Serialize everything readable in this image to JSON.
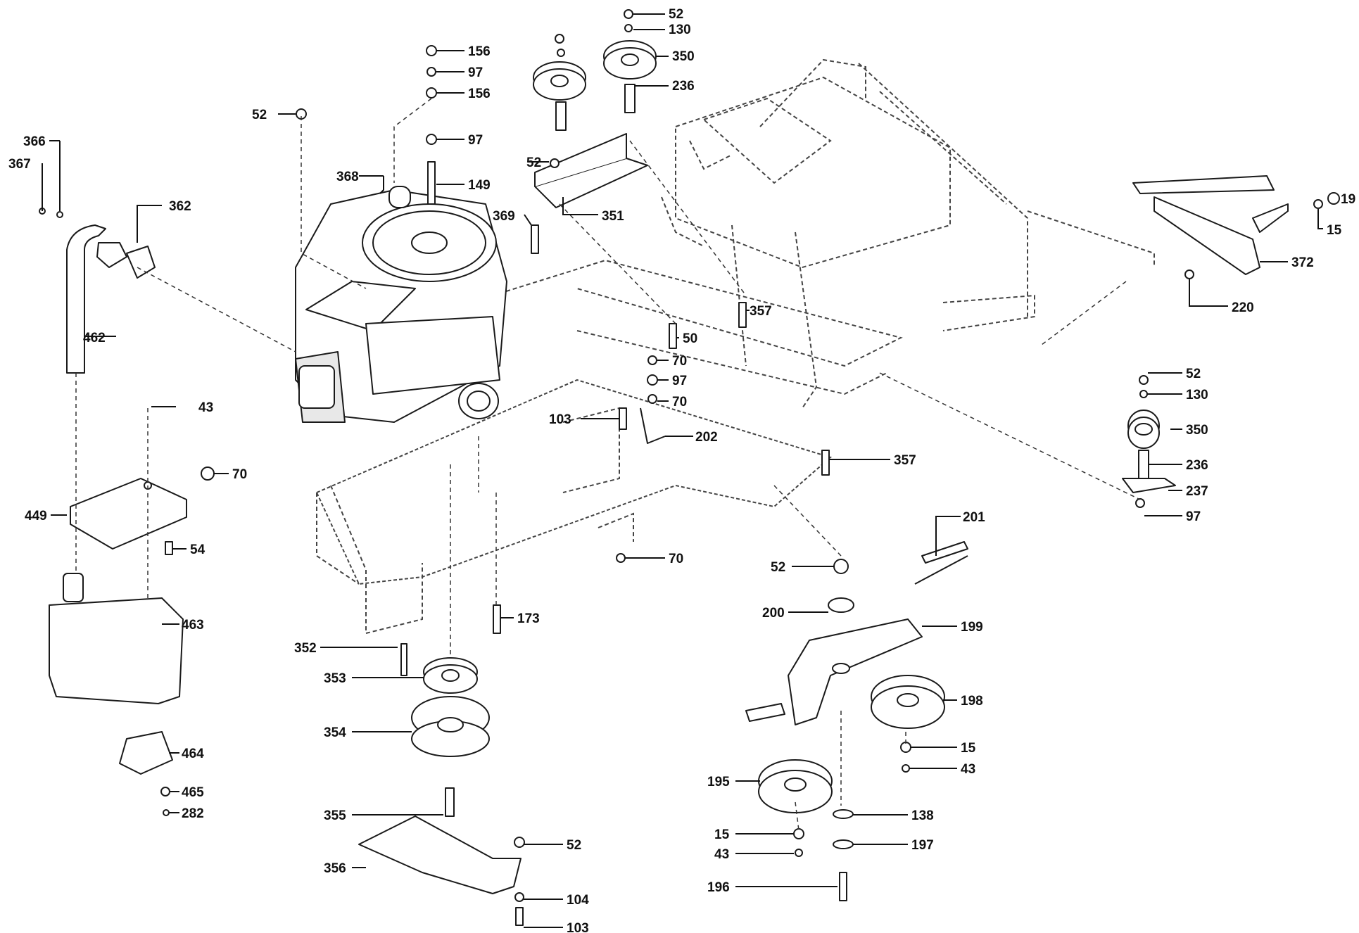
{
  "callouts": [
    {
      "id": "c52a",
      "text": "52"
    },
    {
      "id": "c130a",
      "text": "130"
    },
    {
      "id": "c350a",
      "text": "350"
    },
    {
      "id": "c236a",
      "text": "236"
    },
    {
      "id": "c156a",
      "text": "156"
    },
    {
      "id": "c97a",
      "text": "97"
    },
    {
      "id": "c156b",
      "text": "156"
    },
    {
      "id": "c97b",
      "text": "97"
    },
    {
      "id": "c149",
      "text": "149"
    },
    {
      "id": "c52b",
      "text": "52"
    },
    {
      "id": "c368",
      "text": "368"
    },
    {
      "id": "c366",
      "text": "366"
    },
    {
      "id": "c367",
      "text": "367"
    },
    {
      "id": "c362",
      "text": "362"
    },
    {
      "id": "c462",
      "text": "462"
    },
    {
      "id": "c52c",
      "text": "52"
    },
    {
      "id": "c351",
      "text": "351"
    },
    {
      "id": "c369",
      "text": "369"
    },
    {
      "id": "c357a",
      "text": "357"
    },
    {
      "id": "c50",
      "text": "50"
    },
    {
      "id": "c70a",
      "text": "70"
    },
    {
      "id": "c97c",
      "text": "97"
    },
    {
      "id": "c70b",
      "text": "70"
    },
    {
      "id": "c103a",
      "text": "103"
    },
    {
      "id": "c202",
      "text": "202"
    },
    {
      "id": "c357b",
      "text": "357"
    },
    {
      "id": "c19",
      "text": "19"
    },
    {
      "id": "c15a",
      "text": "15"
    },
    {
      "id": "c372",
      "text": "372"
    },
    {
      "id": "c220",
      "text": "220"
    },
    {
      "id": "c52d",
      "text": "52"
    },
    {
      "id": "c130b",
      "text": "130"
    },
    {
      "id": "c350b",
      "text": "350"
    },
    {
      "id": "c236b",
      "text": "236"
    },
    {
      "id": "c237",
      "text": "237"
    },
    {
      "id": "c97d",
      "text": "97"
    },
    {
      "id": "c43a",
      "text": "43"
    },
    {
      "id": "c70c",
      "text": "70"
    },
    {
      "id": "c449",
      "text": "449"
    },
    {
      "id": "c54",
      "text": "54"
    },
    {
      "id": "c463",
      "text": "463"
    },
    {
      "id": "c464",
      "text": "464"
    },
    {
      "id": "c465",
      "text": "465"
    },
    {
      "id": "c282",
      "text": "282"
    },
    {
      "id": "c70d",
      "text": "70"
    },
    {
      "id": "c173",
      "text": "173"
    },
    {
      "id": "c352",
      "text": "352"
    },
    {
      "id": "c353",
      "text": "353"
    },
    {
      "id": "c354",
      "text": "354"
    },
    {
      "id": "c355",
      "text": "355"
    },
    {
      "id": "c356",
      "text": "356"
    },
    {
      "id": "c52e",
      "text": "52"
    },
    {
      "id": "c104",
      "text": "104"
    },
    {
      "id": "c103b",
      "text": "103"
    },
    {
      "id": "c201",
      "text": "201"
    },
    {
      "id": "c52f",
      "text": "52"
    },
    {
      "id": "c200",
      "text": "200"
    },
    {
      "id": "c199",
      "text": "199"
    },
    {
      "id": "c198",
      "text": "198"
    },
    {
      "id": "c15b",
      "text": "15"
    },
    {
      "id": "c43b",
      "text": "43"
    },
    {
      "id": "c195",
      "text": "195"
    },
    {
      "id": "c138",
      "text": "138"
    },
    {
      "id": "c15c",
      "text": "15"
    },
    {
      "id": "c43c",
      "text": "43"
    },
    {
      "id": "c197",
      "text": "197"
    },
    {
      "id": "c196",
      "text": "196"
    }
  ]
}
